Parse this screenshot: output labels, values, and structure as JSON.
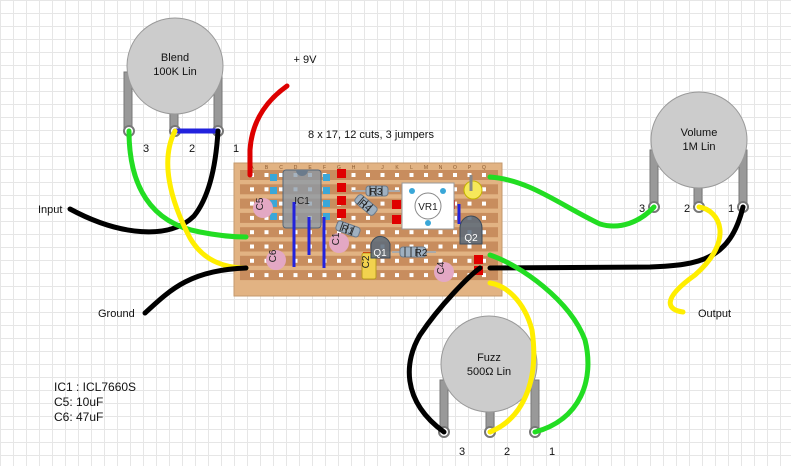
{
  "title": "8 x 17, 12 cuts, 3 jumpers",
  "supply_label": "+ 9V",
  "column_letters": [
    "A",
    "B",
    "C",
    "D",
    "E",
    "F",
    "G",
    "H",
    "I",
    "J",
    "K",
    "L",
    "M",
    "N",
    "O",
    "P",
    "Q"
  ],
  "pots": {
    "blend": {
      "name": "Blend",
      "value": "100K Lin",
      "pins": [
        "3",
        "2",
        "1"
      ]
    },
    "volume": {
      "name": "Volume",
      "value": "1M Lin",
      "pins": [
        "3",
        "2",
        "1"
      ]
    },
    "fuzz": {
      "name": "Fuzz",
      "value": "500Ω Lin",
      "pins": [
        "3",
        "2",
        "1"
      ]
    }
  },
  "io": {
    "input": "Input",
    "ground": "Ground",
    "output": "Output"
  },
  "components": {
    "ic1": "IC1",
    "c5": "C5",
    "c6": "C6",
    "c1": "C1",
    "c2": "C2",
    "c4": "C4",
    "r1": "R1",
    "r2": "R2",
    "r3": "R3",
    "r4": "R4",
    "q1": "Q1",
    "q2": "Q2",
    "vr1": "VR1"
  },
  "legend": [
    "IC1 : ICL7660S",
    "C5: 10uF",
    "C6: 47uF"
  ],
  "colors": {
    "board": "#e2b383",
    "strip": "#c88d5e",
    "hole": "#ffffff",
    "cut": "#e00000",
    "pot_body": "#cccccc",
    "lug": "#999999",
    "wire_red": "#dd0000",
    "wire_black": "#000000",
    "wire_green": "#22dd22",
    "wire_yellow": "#ffee00",
    "jumper_blue": "#2222dd"
  }
}
